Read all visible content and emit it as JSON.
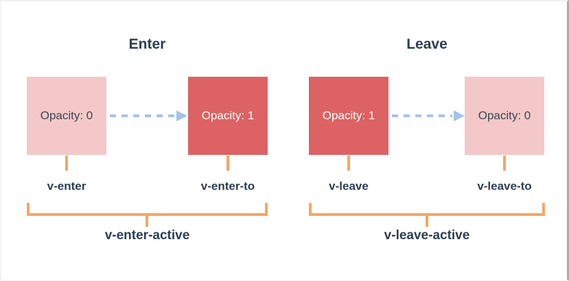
{
  "diagram": {
    "sections": [
      {
        "title": "Enter",
        "start_box": {
          "label": "Opacity: 0"
        },
        "end_box": {
          "label": "Opacity: 1"
        },
        "start_class": "v-enter",
        "end_class": "v-enter-to",
        "active_class": "v-enter-active"
      },
      {
        "title": "Leave",
        "start_box": {
          "label": "Opacity: 1"
        },
        "end_box": {
          "label": "Opacity: 0"
        },
        "start_class": "v-leave",
        "end_class": "v-leave-to",
        "active_class": "v-leave-active"
      }
    ],
    "colors": {
      "box-faded": "#f4c8c9",
      "box-solid": "#dd6263",
      "arrow-blue": "#a4c3e8",
      "bracket-orange": "#f5a662",
      "text-navy": "#2c3e50"
    }
  }
}
